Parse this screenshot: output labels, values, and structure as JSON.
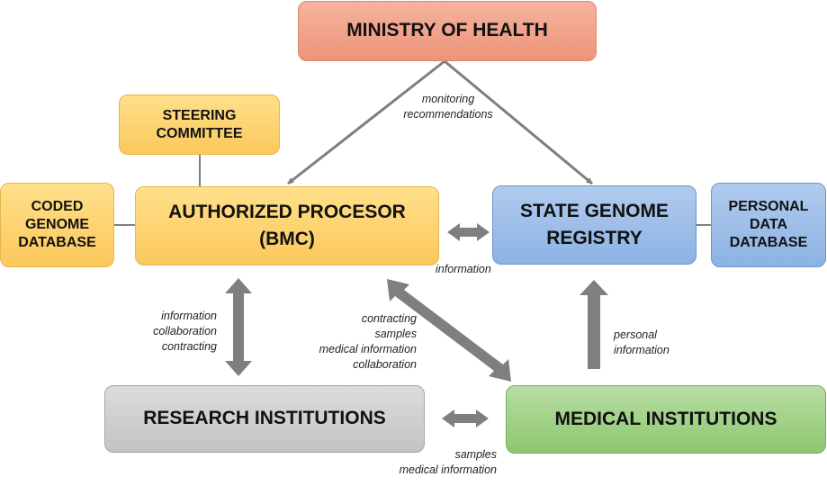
{
  "nodes": {
    "ministry": "MINISTRY OF HEALTH",
    "steering": [
      "STEERING",
      "COMMITTEE"
    ],
    "coded_db": [
      "CODED",
      "GENOME",
      "DATABASE"
    ],
    "processor": [
      "AUTHORIZED PROCESOR",
      "(BMC)"
    ],
    "registry": [
      "STATE GENOME",
      "REGISTRY"
    ],
    "personal_db": [
      "PERSONAL",
      "DATA",
      "DATABASE"
    ],
    "research": "RESEARCH INSTITUTIONS",
    "medical": "MEDICAL INSTITUTIONS"
  },
  "labels": {
    "monitoring": [
      "monitoring",
      "recommendations"
    ],
    "info_registry": "information",
    "research_link": [
      "information",
      "collaboration",
      "contracting"
    ],
    "medical_link": [
      "contracting",
      "samples",
      "medical information",
      "collaboration"
    ],
    "personal_info": [
      "personal",
      "information"
    ],
    "samples_link": [
      "samples",
      "medical information"
    ]
  },
  "colors": {
    "arrow": "#7f7f7f",
    "ministry": "#ed9478",
    "processor": "#fbc85c",
    "registry": "#8cb2e3",
    "research": "#c3c3c3",
    "medical": "#8fc771"
  }
}
